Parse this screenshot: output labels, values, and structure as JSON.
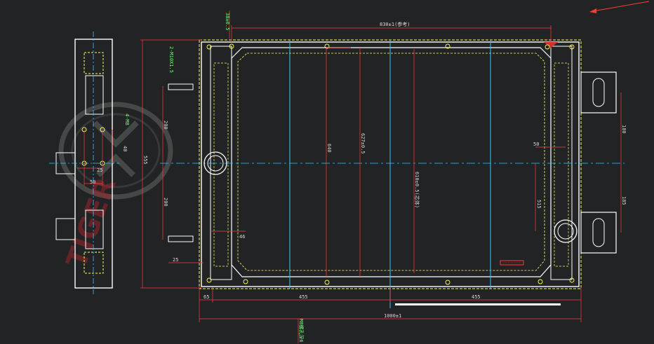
{
  "watermark": {
    "brand_text": "TIGER"
  },
  "dimensions": {
    "top_width": "830±1(参考)",
    "top_offset": "38±0.5",
    "bottom_width": "1000±1",
    "bottom_seg_left": "65",
    "bottom_seg_mid": "455",
    "bottom_seg_right": "455",
    "bottom_depth": "M8螺孔深6",
    "left_height": "555",
    "left_up_200": "200",
    "left_down_200": "200",
    "left_side_pin": "2-M10X1.5",
    "left_small_25": "25",
    "inner_h_left": "640",
    "inner_h_mid": "627±0.5",
    "inner_h_right": "610±0.5(芯体)",
    "right_50": "50",
    "right_515": "515",
    "right_far_180_top": "180",
    "right_far_180_bottom": "185",
    "lower_46": "46",
    "side_view_40": "40",
    "side_view_25": "25",
    "side_view_50": "50",
    "side_view_label": "4-M8"
  },
  "colors": {
    "background": "#222324",
    "outline": "#ffffff",
    "core": "#ffff66",
    "centerline": "#35c6ff",
    "dim_line": "#ff3b3b",
    "dim_text": "#d6d6d6",
    "note_text": "#7dff7d"
  }
}
